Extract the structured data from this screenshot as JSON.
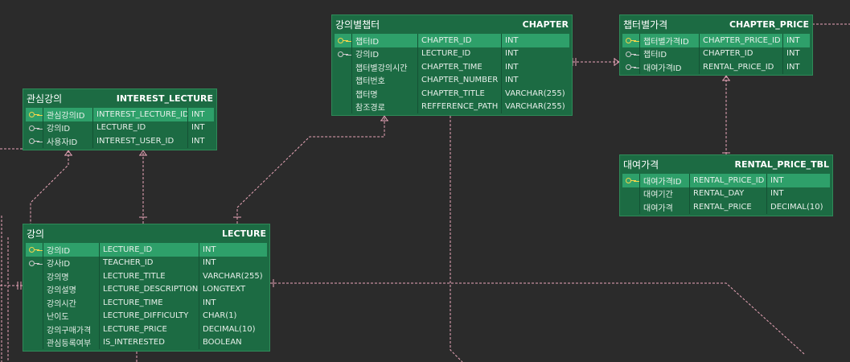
{
  "tables": {
    "chapter": {
      "title_ko": "강의별챕터",
      "title_en": "CHAPTER",
      "rows": [
        {
          "key": "pk",
          "ko": "챕터ID",
          "col": "CHAPTER_ID",
          "type": "INT"
        },
        {
          "key": "fk",
          "ko": "강의ID",
          "col": "LECTURE_ID",
          "type": "INT"
        },
        {
          "key": "",
          "ko": "챕터별강의시간",
          "col": "CHAPTER_TIME",
          "type": "INT"
        },
        {
          "key": "",
          "ko": "챕터번호",
          "col": "CHAPTER_NUMBER",
          "type": "INT"
        },
        {
          "key": "",
          "ko": "챕터명",
          "col": "CHAPTER_TITLE",
          "type": "VARCHAR(255)"
        },
        {
          "key": "",
          "ko": "참조경로",
          "col": "REFFERENCE_PATH",
          "type": "VARCHAR(255)"
        }
      ]
    },
    "chapter_price": {
      "title_ko": "챕터별가격",
      "title_en": "CHAPTER_PRICE",
      "rows": [
        {
          "key": "pk",
          "ko": "챕터별가격ID",
          "col": "CHAPTER_PRICE_ID",
          "type": "INT"
        },
        {
          "key": "fk",
          "ko": "챕터ID",
          "col": "CHAPTER_ID",
          "type": "INT"
        },
        {
          "key": "fk",
          "ko": "대여가격ID",
          "col": "RENTAL_PRICE_ID",
          "type": "INT"
        }
      ]
    },
    "interest_lecture": {
      "title_ko": "관심강의",
      "title_en": "INTEREST_LECTURE",
      "rows": [
        {
          "key": "pk",
          "ko": "관심강의ID",
          "col": "INTEREST_LECTURE_ID",
          "type": "INT"
        },
        {
          "key": "fk",
          "ko": "강의ID",
          "col": "LECTURE_ID",
          "type": "INT"
        },
        {
          "key": "fk",
          "ko": "사용자ID",
          "col": "INTEREST_USER_ID",
          "type": "INT"
        }
      ]
    },
    "rental_price": {
      "title_ko": "대여가격",
      "title_en": "RENTAL_PRICE_TBL",
      "rows": [
        {
          "key": "pk",
          "ko": "대여가격ID",
          "col": "RENTAL_PRICE_ID",
          "type": "INT"
        },
        {
          "key": "",
          "ko": "대여기간",
          "col": "RENTAL_DAY",
          "type": "INT"
        },
        {
          "key": "",
          "ko": "대여가격",
          "col": "RENTAL_PRICE",
          "type": "DECIMAL(10)"
        }
      ]
    },
    "lecture": {
      "title_ko": "강의",
      "title_en": "LECTURE",
      "rows": [
        {
          "key": "pk",
          "ko": "강의ID",
          "col": "LECTURE_ID",
          "type": "INT"
        },
        {
          "key": "fk",
          "ko": "강사ID",
          "col": "TEACHER_ID",
          "type": "INT"
        },
        {
          "key": "",
          "ko": "강의명",
          "col": "LECTURE_TITLE",
          "type": "VARCHAR(255)"
        },
        {
          "key": "",
          "ko": "강의설명",
          "col": "LECTURE_DESCRIPTION",
          "type": "LONGTEXT"
        },
        {
          "key": "",
          "ko": "강의시간",
          "col": "LECTURE_TIME",
          "type": "INT"
        },
        {
          "key": "",
          "ko": "난이도",
          "col": "LECTURE_DIFFICULTY",
          "type": "CHAR(1)"
        },
        {
          "key": "",
          "ko": "강의구매가격",
          "col": "LECTURE_PRICE",
          "type": "DECIMAL(10)"
        },
        {
          "key": "",
          "ko": "관심등록여부",
          "col": "IS_INTERESTED",
          "type": "BOOLEAN"
        }
      ]
    }
  },
  "colors": {
    "background": "#2b2b2b",
    "table_fill": "#1c6b43",
    "pk_row": "#2ea06a",
    "relation_line": "#e8a6b8",
    "pk_key": "#f3d44a",
    "fk_key": "#c9c9c9"
  }
}
